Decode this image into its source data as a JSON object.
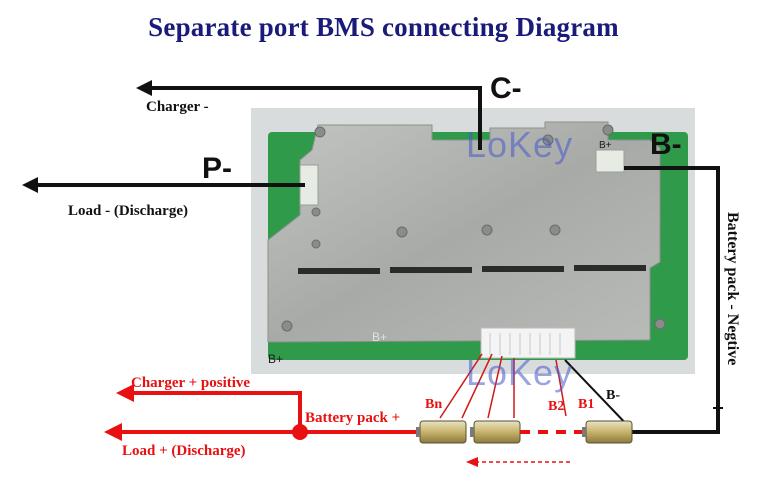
{
  "title": "Separate port BMS connecting Diagram",
  "ports": {
    "c_minus": "C-",
    "p_minus": "P-",
    "b_minus": "B-",
    "b_minus_small": "B-"
  },
  "labels": {
    "charger_neg": "Charger -",
    "load_neg": "Load - (Discharge)",
    "battery_pack_negative": "Battery pack - Negtive",
    "charger_pos": "Charger + positive",
    "load_pos": "Load + (Discharge)",
    "battery_pack_pos": "Battery pack +",
    "bn": "Bn",
    "b2": "B2",
    "b1": "B1",
    "board_b_plus_left": "B+",
    "board_b_plus_right": "B+",
    "board_b_plus_top": "B+"
  },
  "watermark": "LoKey",
  "colors": {
    "title": "#1a1a7a",
    "negative_wire": "#111111",
    "positive_wire": "#e81010",
    "board": "#aeb0ad",
    "pcb": "#2f9a4a"
  }
}
